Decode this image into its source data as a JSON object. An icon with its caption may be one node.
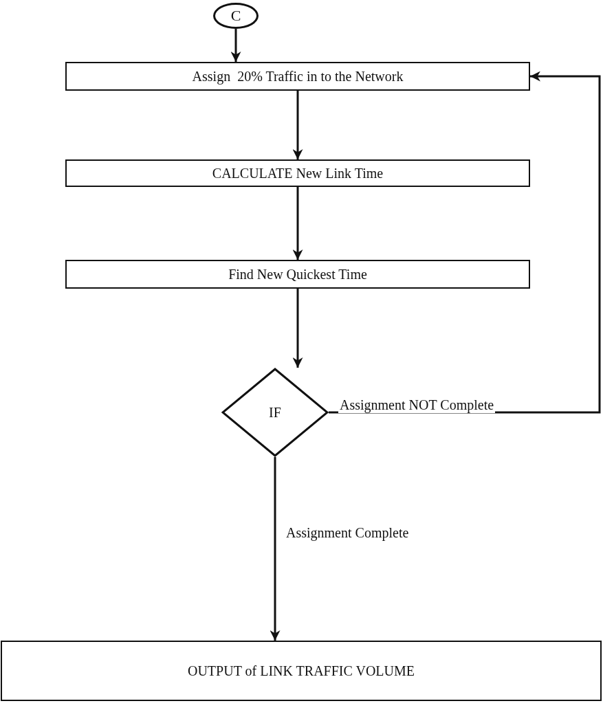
{
  "diagram": {
    "nodes": [
      {
        "text": [
          "C"
        ]
      },
      {
        "text": [
          "Assign  20% Traffic in to the Network"
        ]
      },
      {
        "text": [
          "CALCULATE New Link Time"
        ]
      },
      {
        "text": [
          "Find New Quickest Time"
        ]
      },
      {
        "text": [
          "IF"
        ]
      },
      {
        "text": [
          "OUTPUT of LINK TRAFFIC VOLUME"
        ]
      }
    ],
    "edges": [
      {
        "from": 0,
        "to": 1,
        "arrow": "to"
      },
      {
        "from": 1,
        "to": 2,
        "arrow": "to"
      },
      {
        "from": 2,
        "to": 3,
        "arrow": "to"
      },
      {
        "from": 3,
        "to": 4,
        "arrow": "to"
      },
      {
        "from": 4,
        "to": 5,
        "arrow": "to",
        "label": "Assignment Complete"
      },
      {
        "from": 4,
        "to": 1,
        "arrow": "to",
        "label": "Assignment NOT Complete"
      }
    ]
  }
}
